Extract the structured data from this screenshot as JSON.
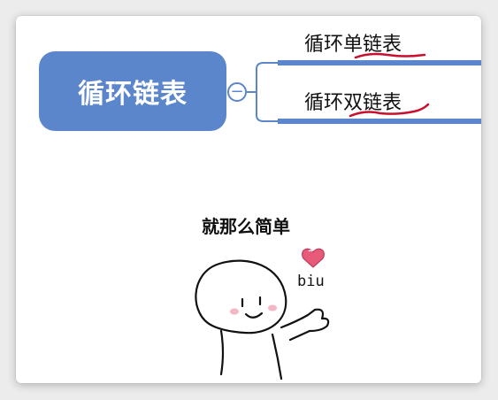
{
  "mindmap": {
    "central_topic": "循环链表",
    "collapse_symbol": "−",
    "branches": [
      {
        "label": "循环单链表"
      },
      {
        "label": "循环双链表"
      }
    ],
    "colors": {
      "node": "#5b86cc",
      "connector": "#5b86cc",
      "underline_annotation": "#c8102e"
    }
  },
  "meme": {
    "caption": "就那么简单",
    "sticker_text": "biu",
    "heart_color": "#e85a7a"
  }
}
